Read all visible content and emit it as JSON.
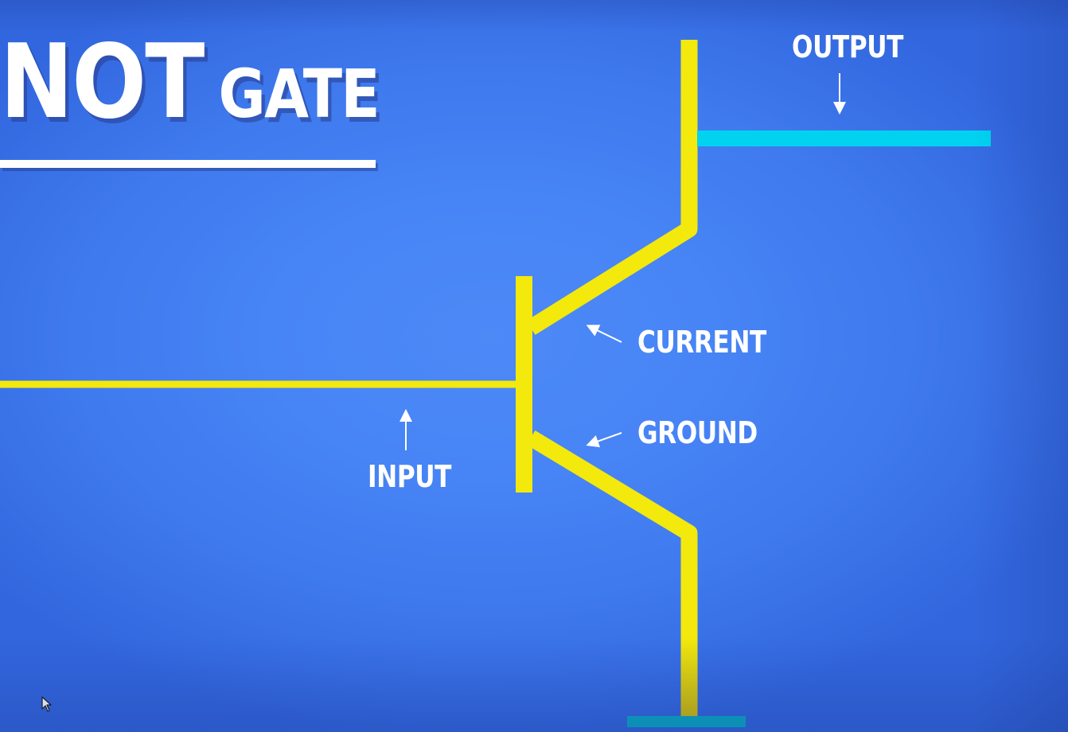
{
  "title": {
    "main": "NOT",
    "sub": "GATE"
  },
  "labels": {
    "output": "OUTPUT",
    "current": "CURRENT",
    "ground": "GROUND",
    "input": "INPUT"
  },
  "colors": {
    "background": "#4784f5",
    "wire": "#f3e90c",
    "output_wire": "#00d2f0",
    "ground_bar": "#0aa9c4",
    "text": "#ffffff"
  },
  "icons": {
    "cursor": "mouse-pointer-icon",
    "arrows": "arrow-icon"
  }
}
